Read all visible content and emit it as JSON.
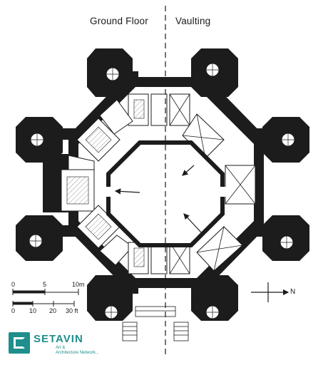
{
  "labels": {
    "left_title": "Ground Floor",
    "right_title": "Vaulting"
  },
  "scale_bar": {
    "metric_ticks": [
      "0",
      "5",
      "10m"
    ],
    "imperial_ticks": [
      "0",
      "10",
      "20",
      "30 ft"
    ]
  },
  "north_arrow": {
    "label": "N"
  },
  "logo": {
    "name": "SETAVIN",
    "line1": "Art &",
    "line2": "Architecture",
    "line3": "Network..."
  },
  "colors": {
    "wall": "#1c1c1c",
    "paper": "#ffffff",
    "brand": "#1e8f8c"
  },
  "icons": [
    "north-arrow-icon",
    "spiral-stair-icon",
    "direction-arrow-icon"
  ]
}
